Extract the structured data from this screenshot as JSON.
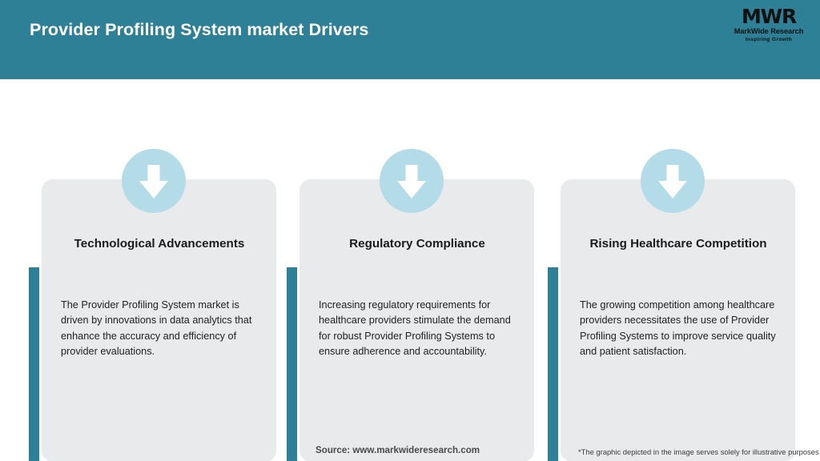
{
  "header": {
    "title": "Provider Profiling System market Drivers",
    "background_color": "#2d8096",
    "title_color": "#ffffff"
  },
  "logo": {
    "mark": "MWR",
    "name": "MarkWide Research",
    "tagline": "Inspiring Growth"
  },
  "cards": [
    {
      "icon": "down-arrow-icon",
      "title": "Technological Advancements",
      "text": "The Provider Profiling System market is driven by innovations in data analytics that enhance the accuracy and efficiency of provider evaluations."
    },
    {
      "icon": "down-arrow-icon",
      "title": "Regulatory Compliance",
      "text": "Increasing regulatory requirements for healthcare providers stimulate the demand for robust Provider Profiling Systems to ensure adherence and accountability."
    },
    {
      "icon": "down-arrow-icon",
      "title": "Rising Healthcare Competition",
      "text": "The growing competition among healthcare providers necessitates the use of Provider Profiling Systems to improve service quality and patient satisfaction."
    }
  ],
  "footer": {
    "source": "Source: www.markwideresearch.com",
    "disclaimer": "*The graphic depicted in the image serves solely for illustrative purposes"
  },
  "colors": {
    "accent_teal": "#2d8096",
    "card_gray": "#e8eaec",
    "icon_circle": "#b3dbe8",
    "page_background": "#ffffff"
  }
}
